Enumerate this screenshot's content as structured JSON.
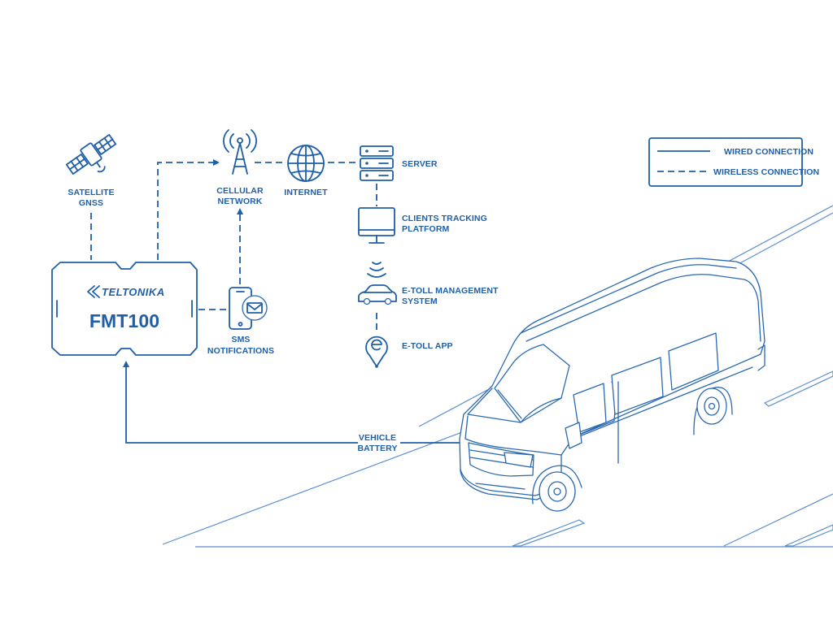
{
  "legend": {
    "wired": "WIRED CONNECTION",
    "wireless": "WIRELESS CONNECTION"
  },
  "nodes": {
    "satellite": [
      "SATELLITE",
      "GNSS"
    ],
    "cellular": [
      "CELLULAR",
      "NETWORK"
    ],
    "internet": [
      "INTERNET"
    ],
    "server": [
      "SERVER"
    ],
    "clients": [
      "CLIENTS TRACKING",
      "PLATFORM"
    ],
    "etoll_system": [
      "E-TOLL MANAGEMENT",
      "SYSTEM"
    ],
    "etoll_app": [
      "E-TOLL APP"
    ],
    "sms": [
      "SMS",
      "NOTIFICATIONS"
    ],
    "battery": [
      "VEHICLE",
      "BATTERY"
    ]
  },
  "device": {
    "brand": "TELTONIKA",
    "model": "FMT100"
  },
  "colors": {
    "primary": "#1f5fa8",
    "road": "#5b8ed0"
  }
}
